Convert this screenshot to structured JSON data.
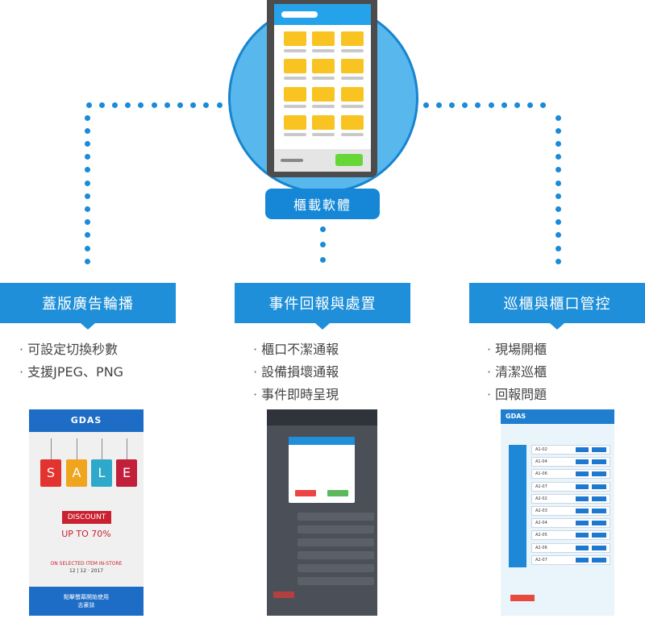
{
  "hub": {
    "label": "櫃載軟體"
  },
  "sections": [
    {
      "title": "蓋版廣告輪播",
      "bullets": [
        "可設定切換秒數",
        "支援JPEG、PNG"
      ]
    },
    {
      "title": "事件回報與處置",
      "bullets": [
        "櫃口不潔通報",
        "設備損壞通報",
        "事件即時呈現"
      ]
    },
    {
      "title": "巡櫃與櫃口管控",
      "bullets": [
        "現場開櫃",
        "清潔巡櫃",
        "回報問題"
      ]
    }
  ],
  "sale_screen": {
    "brand": "GDAS",
    "tags": [
      "S",
      "A",
      "L",
      "E"
    ],
    "discount": "DISCOUNT",
    "upto": "UP TO 70%",
    "note": "ON SELECTED ITEM IN-STORE",
    "date": "12 | 12 · 2017",
    "footer1": "點擊螢幕開始使用",
    "footer2": "志豪誌"
  },
  "list_screen": {
    "brand": "GDAS",
    "rows": [
      "A1-02",
      "A1-04",
      "A1-06",
      "A1-07",
      "A2-02",
      "A2-03",
      "A2-04",
      "A2-05",
      "A2-06",
      "A2-07"
    ]
  },
  "colors": {
    "accent": "#1e8fd8",
    "tile": "#f9c321",
    "go": "#67d637",
    "sale_red": "#cb2030"
  }
}
